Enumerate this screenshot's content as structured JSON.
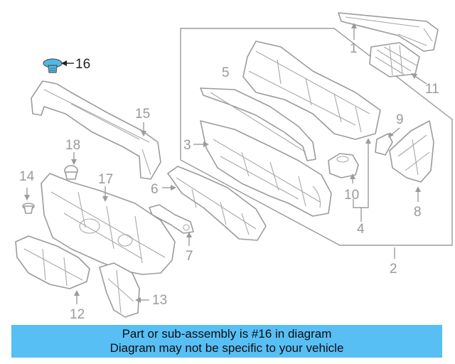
{
  "callouts": {
    "c1": "1",
    "c2": "2",
    "c3": "3",
    "c4": "4",
    "c5": "5",
    "c6": "6",
    "c7": "7",
    "c8": "8",
    "c9": "9",
    "c10": "10",
    "c11": "11",
    "c12": "12",
    "c13": "13",
    "c14": "14",
    "c15": "15",
    "c16": "16",
    "c17": "17",
    "c18": "18"
  },
  "highlighted_part": "16",
  "colors": {
    "highlight_part": "#4fb8e8",
    "banner": "#58bff5",
    "linework": "#9b9b9b"
  },
  "banner": {
    "line1": "Part or sub-assembly is #16 in diagram",
    "line2": "Diagram may not be specific to your vehicle"
  }
}
